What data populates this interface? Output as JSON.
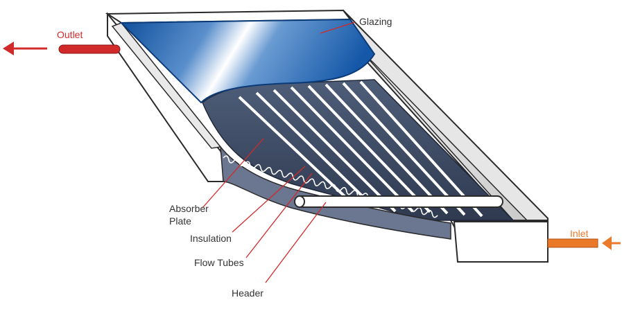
{
  "labels": {
    "outlet": "Outlet",
    "inlet": "Inlet",
    "glazing": "Glazing",
    "absorber_line1": "Absorber",
    "absorber_line2": "Plate",
    "insulation": "Insulation",
    "flow_tubes": "Flow Tubes",
    "header": "Header"
  },
  "colors": {
    "outlet": "#d12a2a",
    "inlet": "#ea7a2a",
    "leader": "#d12a2a",
    "glazing": "#1f5fa8",
    "absorber": "#3c4a63",
    "frame": "#d8d8d8"
  }
}
